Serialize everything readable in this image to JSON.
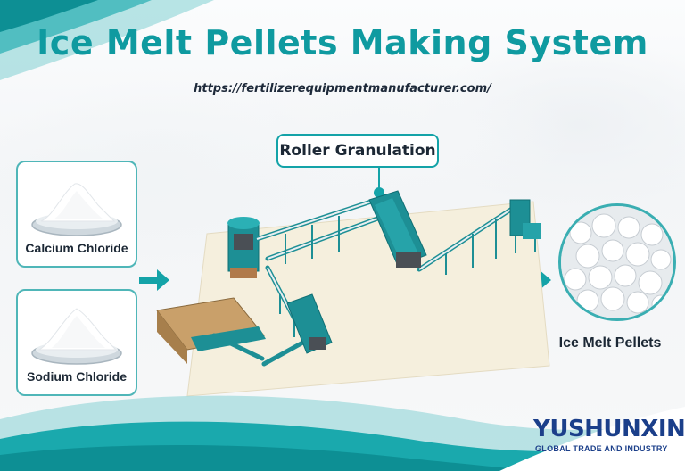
{
  "title": "Ice Melt Pellets Making System",
  "url": "https://fertilizerequipmentmanufacturer.com/",
  "callout": {
    "label": "Roller Granulation"
  },
  "inputs": [
    {
      "label": "Calcium Chloride"
    },
    {
      "label": "Sodium Chloride"
    }
  ],
  "output": {
    "label": "Ice Melt Pellets"
  },
  "logo": {
    "name": "YUSHUNXIN",
    "tagline": "GLOBAL TRADE AND INDUSTRY"
  },
  "colors": {
    "accent": "#14a3a8",
    "title": "#0f9aa0",
    "logo": "#1b3f8a",
    "machine": "#1d8f95"
  },
  "icons": [
    "arrow-right-icon",
    "powder-dish-icon",
    "pellets-icon"
  ]
}
